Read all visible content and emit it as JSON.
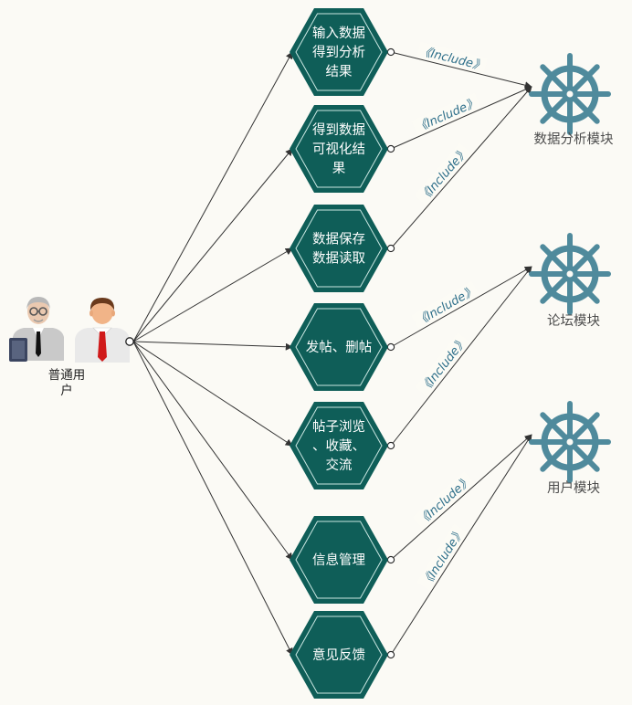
{
  "actor": {
    "label_lines": [
      "普通用",
      "户"
    ]
  },
  "use_cases": [
    {
      "id": "uc1",
      "lines": [
        "输入数据",
        "得到分析",
        "结果"
      ]
    },
    {
      "id": "uc2",
      "lines": [
        "得到数据",
        "可视化结",
        "果"
      ]
    },
    {
      "id": "uc3",
      "lines": [
        "数据保存",
        "数据读取"
      ]
    },
    {
      "id": "uc4",
      "lines": [
        "发帖、删帖"
      ]
    },
    {
      "id": "uc5",
      "lines": [
        "帖子浏览",
        "、收藏、",
        "交流"
      ]
    },
    {
      "id": "uc6",
      "lines": [
        "信息管理"
      ]
    },
    {
      "id": "uc7",
      "lines": [
        "意见反馈"
      ]
    }
  ],
  "modules": [
    {
      "id": "m1",
      "label": "数据分析模块"
    },
    {
      "id": "m2",
      "label": "论坛模块"
    },
    {
      "id": "m3",
      "label": "用户模块"
    }
  ],
  "include_text": "《Include》",
  "includes": [
    {
      "from": "uc1",
      "to": "m1"
    },
    {
      "from": "uc2",
      "to": "m1"
    },
    {
      "from": "uc3",
      "to": "m1"
    },
    {
      "from": "uc4",
      "to": "m2"
    },
    {
      "from": "uc5",
      "to": "m2"
    },
    {
      "from": "uc6",
      "to": "m3"
    },
    {
      "from": "uc7",
      "to": "m3"
    }
  ],
  "colors": {
    "hex_fill": "#0f5e58",
    "hex_inner": "#c9e6e1",
    "wheel": "#4f8a9c",
    "line": "#333333",
    "include_text": "#2e6f8a"
  },
  "icons": {
    "actor_left": "elderly-man-with-glasses-icon",
    "actor_right": "man-with-red-tie-icon",
    "module": "ship-wheel-icon"
  }
}
